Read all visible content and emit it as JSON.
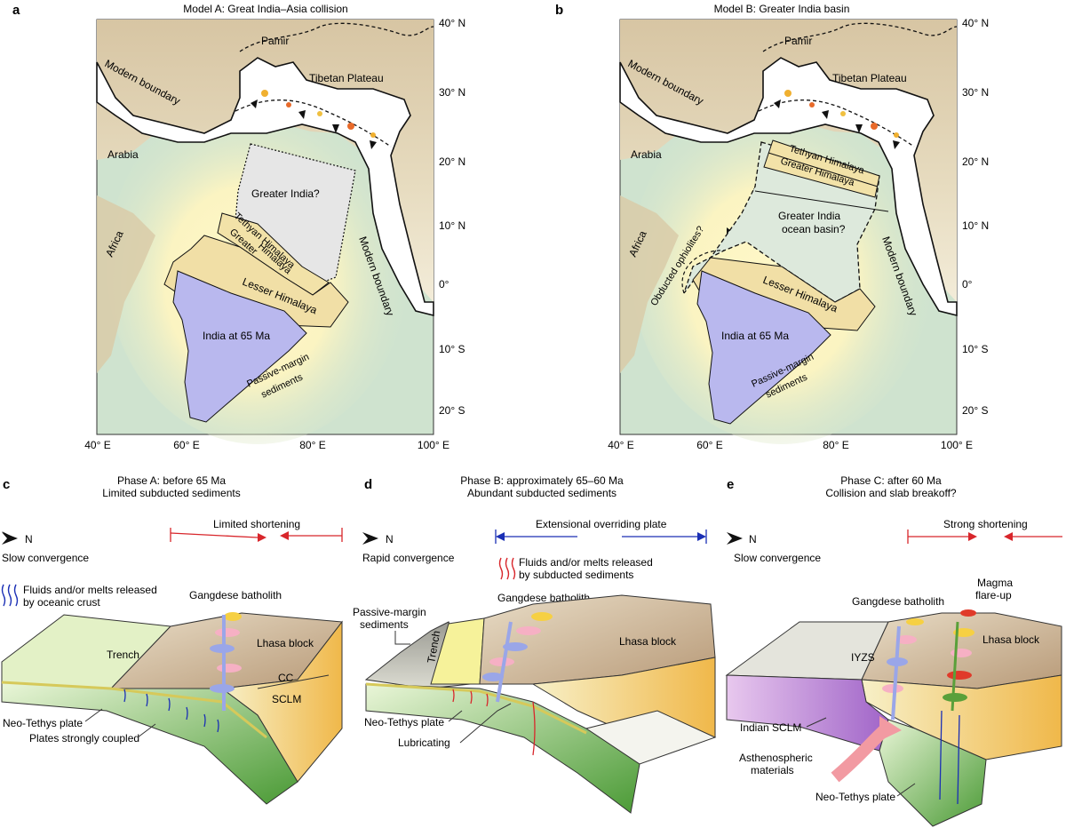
{
  "panels": {
    "a": {
      "letter": "a",
      "title": "Model A: Great India–Asia collision",
      "lat_labels": [
        "40° N",
        "30° N",
        "20° N",
        "10° N",
        "0°",
        "10° S",
        "20° S"
      ],
      "lon_labels": [
        "40° E",
        "60° E",
        "80° E",
        "100° E"
      ],
      "labels": {
        "pamir": "Pamir",
        "tibet": "Tibetan Plateau",
        "modern_boundary_nw": "Modern boundary",
        "modern_boundary_se": "Modern boundary",
        "arabia": "Arabia",
        "africa": "Africa",
        "greater_india": "Greater India?",
        "tethyan": "Tethyan Himalaya",
        "greater_himalaya_1": "Greater",
        "greater_himalaya_2": "Himalaya",
        "lesser": "Lesser Himalaya",
        "india": "India at 65 Ma",
        "passive_1": "Passive-margin",
        "passive_2": "sediments"
      }
    },
    "b": {
      "letter": "b",
      "title": "Model B: Greater India basin",
      "lat_labels": [
        "40° N",
        "30° N",
        "20° N",
        "10° N",
        "0°",
        "10° S",
        "20° S"
      ],
      "lon_labels": [
        "40° E",
        "60° E",
        "80° E",
        "100° E"
      ],
      "labels": {
        "pamir": "Pamir",
        "tibet": "Tibetan Plateau",
        "modern_boundary_nw": "Modern boundary",
        "modern_boundary_se": "Modern boundary",
        "arabia": "Arabia",
        "africa": "Africa",
        "tethyan": "Tethyan Himalaya",
        "greater_himalaya": "Greater Himalaya",
        "basin_1": "Greater India",
        "basin_2": "ocean basin?",
        "ophiolites": "Obducted ophiolites?",
        "lesser": "Lesser Himalaya",
        "india": "India at 65 Ma",
        "passive_1": "Passive-margin",
        "passive_2": "sediments"
      }
    },
    "c": {
      "letter": "c",
      "title_1": "Phase A: before 65 Ma",
      "title_2": "Limited subducted sediments",
      "north": "N",
      "convergence": "Slow convergence",
      "shortening": "Limited shortening",
      "fluids_1": "Fluids and/or melts released",
      "fluids_2": "by oceanic crust",
      "batholith": "Gangdese batholith",
      "lhasa": "Lhasa block",
      "trench": "Trench",
      "cc": "CC",
      "sclm": "SCLM",
      "plate": "Neo-Tethys plate",
      "coupled": "Plates strongly coupled"
    },
    "d": {
      "letter": "d",
      "title_1": "Phase B: approximately 65–60 Ma",
      "title_2": "Abundant subducted sediments",
      "north": "N",
      "convergence": "Rapid convergence",
      "extension": "Extensional overriding plate",
      "fluids_1": "Fluids and/or melts released",
      "fluids_2": "by subducted sediments",
      "batholith": "Gangdese batholith",
      "lhasa": "Lhasa block",
      "passive_1": "Passive-margin",
      "passive_2": "sediments",
      "trench": "Trench",
      "plate": "Neo-Tethys plate",
      "lubricating": "Lubricating"
    },
    "e": {
      "letter": "e",
      "title_1": "Phase C: after 60 Ma",
      "title_2": "Collision and slab breakoff?",
      "north": "N",
      "convergence": "Slow convergence",
      "shortening": "Strong shortening",
      "batholith": "Gangdese batholith",
      "magma_1": "Magma",
      "magma_2": "flare-up",
      "lhasa": "Lhasa block",
      "iyzs": "IYZS",
      "indian_sclm": "Indian SCLM",
      "astheno_1": "Asthenospheric",
      "astheno_2": "materials",
      "plate": "Neo-Tethys plate"
    }
  },
  "colors": {
    "ocean": "#cfe3cf",
    "land": "#d8c8a8",
    "india": "#b9b8ee",
    "sediment": "#f1dfa6",
    "greater_india": "#e6e6e6",
    "red_arrow": "#d8262b",
    "blue_arrow": "#1a2fb5"
  }
}
